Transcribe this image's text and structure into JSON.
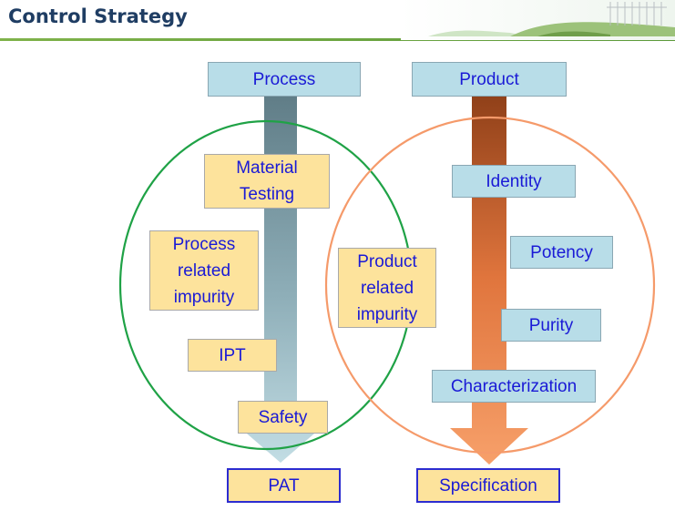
{
  "header": {
    "title": "Control Strategy"
  },
  "diagram": {
    "process_label": "Process",
    "product_label": "Product",
    "process_items": [
      "Material\nTesting",
      "Process\nrelated\nimpurity",
      "IPT",
      "Safety"
    ],
    "shared_item": "Product\nrelated\nimpurity",
    "product_items": [
      "Identity",
      "Potency",
      "Purity",
      "Characterization"
    ],
    "process_output": "PAT",
    "product_output": "Specification"
  },
  "colors": {
    "process_circle": "#1fa246",
    "product_circle": "#f59a6a",
    "box_blue": "#b8dde8",
    "box_yellow": "#fde39c",
    "text_blue": "#1a1ad6"
  }
}
